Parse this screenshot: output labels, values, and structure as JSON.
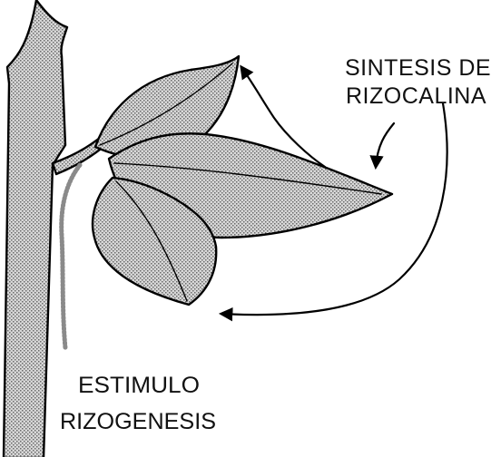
{
  "labels": {
    "synthesis_line1": "SINTESIS DE",
    "synthesis_line2": "RIZOCALINA",
    "stimulus_line1": "ESTIMULO",
    "stimulus_line2": "RIZOGENESIS"
  },
  "colors": {
    "ink": "#000000",
    "stipple_light": "#d8d8d8",
    "stipple_dark": "#6a6a6a",
    "background": "#ffffff"
  }
}
